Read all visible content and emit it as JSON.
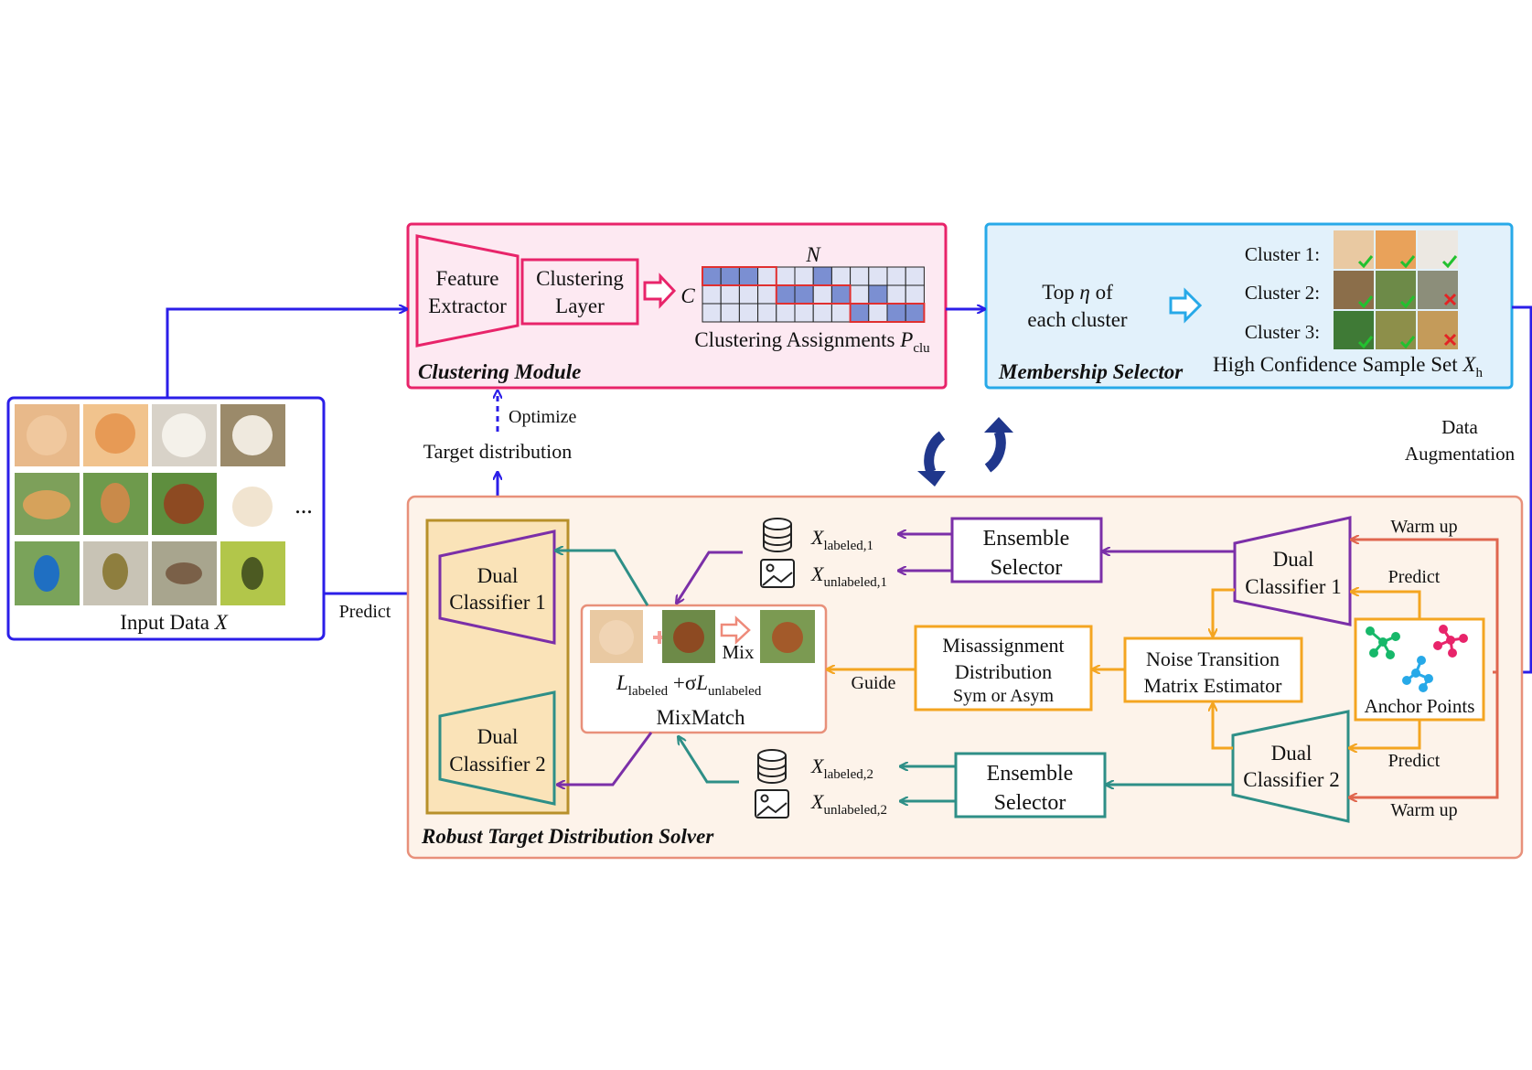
{
  "input": {
    "label": "Input Data",
    "var": "X",
    "ellipsis": "..."
  },
  "clustering": {
    "title": "Clustering Module",
    "feature": [
      "Feature",
      "Extractor"
    ],
    "layer": [
      "Clustering",
      "Layer"
    ],
    "n": "N",
    "c": "C",
    "assign_label": "Clustering Assignments ",
    "assign_var": "P",
    "assign_sub": "clu"
  },
  "membership": {
    "title": "Membership Selector",
    "top_line1_pre": "Top ",
    "top_eta": "η",
    "top_line1_post": " of",
    "top_line2": "each cluster",
    "clusters": [
      "Cluster 1:",
      "Cluster 2:",
      "Cluster 3:"
    ],
    "hc_label": "High Confidence Sample Set ",
    "hc_var": "X",
    "hc_sub": "h"
  },
  "edges": {
    "predict": "Predict",
    "optimize": "Optimize",
    "target": "Target distribution",
    "data_aug": [
      "Data",
      "Augmentation"
    ],
    "warm_up": "Warm up",
    "predict2": "Predict",
    "guide": "Guide",
    "mix": "Mix"
  },
  "solver": {
    "title": "Robust Target Distribution Solver",
    "dual1": [
      "Dual",
      "Classifier 1"
    ],
    "dual2": [
      "Dual",
      "Classifier 2"
    ],
    "ensemble": [
      "Ensemble",
      "Selector"
    ],
    "xl1": {
      "var": "X",
      "sub": "labeled,1"
    },
    "xu1": {
      "var": "X",
      "sub": "unlabeled,1"
    },
    "xl2": {
      "var": "X",
      "sub": "labeled,2"
    },
    "xu2": {
      "var": "X",
      "sub": "unlabeled,2"
    },
    "mixmatch": "MixMatch",
    "loss": {
      "l1": "L",
      "s1": "labeled",
      "plus": " +σ",
      "l2": "L",
      "s2": "unlabeled"
    },
    "misassign": [
      "Misassignment",
      "Distribution",
      "Sym or Asym"
    ],
    "noise": [
      "Noise Transition",
      "Matrix Estimator"
    ],
    "anchor": "Anchor Points"
  },
  "colors": {
    "blue": "#2b1ee8",
    "pink": "#e8246a",
    "pink_fill": "#fde9f2",
    "cyan": "#27a9e8",
    "cyan_fill": "#e2f1fb",
    "salmon": "#e8907a",
    "salmon_fill": "#fdf3ea",
    "purple": "#7b2fa8",
    "teal": "#2e8f87",
    "orange": "#f4a521",
    "red": "#e0664e",
    "cell": "#dfe3f4",
    "cell_hi": "#7b8fd2"
  }
}
